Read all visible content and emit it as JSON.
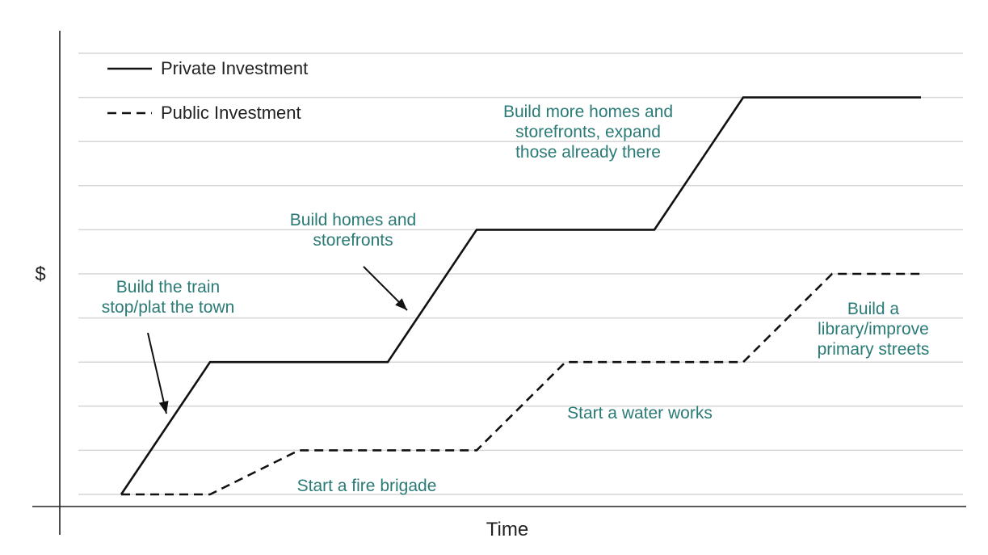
{
  "chart_data": {
    "type": "line",
    "xlabel": "Time",
    "ylabel": "$",
    "xlim": [
      0,
      10
    ],
    "ylim": [
      0,
      10
    ],
    "grid": true,
    "legend_position": "top-left",
    "series": [
      {
        "name": "Private Investment",
        "line_style": "solid",
        "points": [
          [
            0.0,
            0
          ],
          [
            1.0,
            3
          ],
          [
            3.0,
            3
          ],
          [
            4.0,
            6
          ],
          [
            6.0,
            6
          ],
          [
            7.0,
            9
          ],
          [
            9.0,
            9
          ]
        ]
      },
      {
        "name": "Public Investment",
        "line_style": "dashed",
        "points": [
          [
            0.0,
            0
          ],
          [
            1.0,
            0
          ],
          [
            2.0,
            1
          ],
          [
            4.0,
            1
          ],
          [
            5.0,
            3
          ],
          [
            7.0,
            3
          ],
          [
            8.0,
            5
          ],
          [
            9.0,
            5
          ]
        ]
      }
    ],
    "annotations": [
      {
        "id": "train",
        "lines": [
          "Build the train",
          "stop/plat the town"
        ]
      },
      {
        "id": "homes",
        "lines": [
          "Build homes and",
          "storefronts"
        ]
      },
      {
        "id": "more-homes",
        "lines": [
          "Build more homes and",
          "storefronts, expand",
          "those already there"
        ]
      },
      {
        "id": "fire",
        "lines": [
          "Start a fire brigade"
        ]
      },
      {
        "id": "water",
        "lines": [
          "Start a water works"
        ]
      },
      {
        "id": "library",
        "lines": [
          "Build a",
          "library/improve",
          "primary streets"
        ]
      }
    ]
  },
  "colors": {
    "line": "#111111",
    "grid": "#d6d6d6",
    "axis": "#222222",
    "annotation": "#2a7a76"
  }
}
